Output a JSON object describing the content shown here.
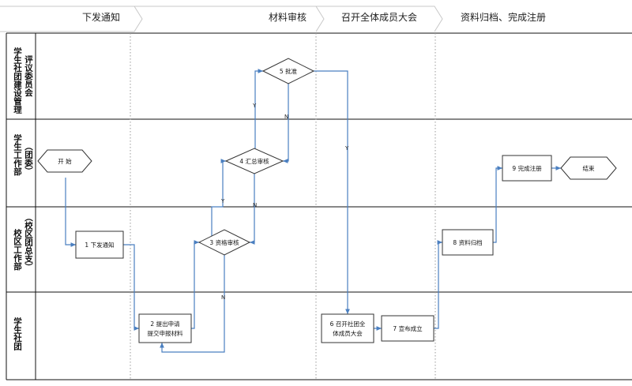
{
  "phases": [
    "下发通知",
    "材料审核",
    "召开全体成员大会",
    "资料归档、完成注册"
  ],
  "lanes": [
    {
      "line1": "学生社团建设管理",
      "line2": "评议委员会"
    },
    {
      "line1": "学生工作部",
      "line2": "（团委）"
    },
    {
      "line1": "校区工作部",
      "line2": "（校区团总支）"
    },
    {
      "line1": "学生社团",
      "line2": ""
    }
  ],
  "nodes": {
    "start": "开 始",
    "issue_notice": "1 下发通知",
    "apply_line1": "2 提出申请",
    "apply_line2": "提交申报材料",
    "qualify_review": "3 资格审核",
    "summary_review": "4 汇总审核",
    "approve": "5 批准",
    "meeting_line1": "6 召开社团全",
    "meeting_line2": "体成员大会",
    "announce": "7 宣布成立",
    "archive": "8 资料归档",
    "register": "9 完成注册",
    "end": "结束"
  },
  "edge_labels": {
    "approve_yes_left": "Y",
    "approve_no": "N",
    "approve_yes_right": "Y",
    "summary_yes": "Y",
    "summary_no": "N",
    "qualify_no": "N"
  },
  "colors": {
    "flow_line": "#4a7fc0",
    "border": "#111111",
    "divider": "#9a9a9a"
  }
}
